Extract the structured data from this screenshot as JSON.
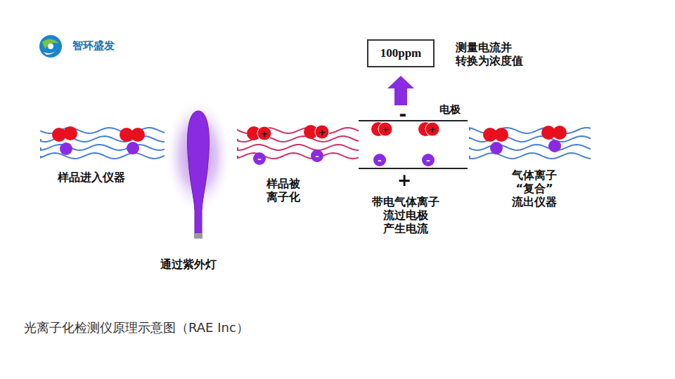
{
  "diagram": {
    "caption": "光离子化检测仪原理示意图（RAE Inc）",
    "nodes": [
      {
        "text": [
          "100ppm"
        ]
      }
    ],
    "labels": [
      "智环盛发",
      "测量电流并 转换为浓度值",
      "电极",
      "-",
      "+",
      "样品进入仪器",
      "通过紫外灯",
      "样品被 离子化",
      "带电气体离子 流过电极 产生电流",
      "气体离子“复合” 流出仪器",
      "+",
      "-",
      "+",
      "-",
      "+",
      "+",
      "-",
      "-"
    ]
  }
}
